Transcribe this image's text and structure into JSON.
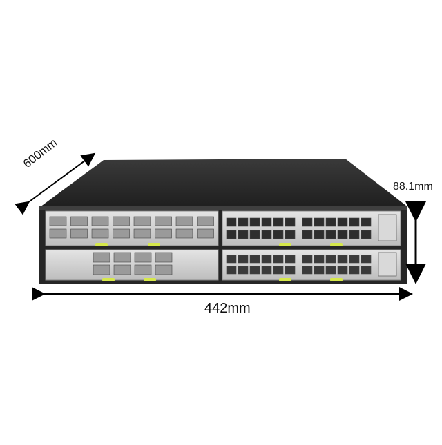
{
  "dimensions": {
    "depth_label": "600mm",
    "height_label": "88.1mm",
    "width_label": "442mm"
  },
  "product": {
    "type": "rack-mount network switch",
    "chassis_color": "#2b2b2b",
    "faceplate_color": "#cfcfcf",
    "latch_color": "#d6e84a",
    "modules": [
      {
        "slot": "top-left",
        "kind": "qsfp-ports",
        "ports": 16
      },
      {
        "slot": "bottom-left",
        "kind": "qsfp-ports",
        "ports": 8
      },
      {
        "slot": "top-right",
        "kind": "rj45-ports",
        "ports": 24
      },
      {
        "slot": "bottom-right",
        "kind": "sfp-ports",
        "ports": 24
      }
    ]
  },
  "arrow_color": "#000000"
}
